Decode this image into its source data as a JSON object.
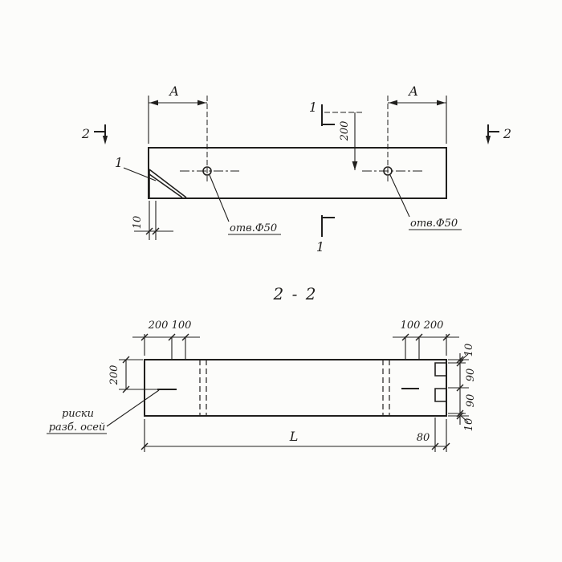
{
  "colors": {
    "ink": "#201f1d",
    "paper": "#fcfcfa"
  },
  "top_view": {
    "dim_a_left": "A",
    "dim_a_right": "A",
    "section1_top_label": "1",
    "section1_bottom_label": "1",
    "section2_left_label": "2",
    "section2_right_label": "2",
    "dim_200_vertical": "200",
    "hole_left_label": "отв.Ф50",
    "hole_right_label": "отв.Ф50",
    "dim_10": "10",
    "detail_label": "1"
  },
  "section_title": "2 - 2",
  "section_view": {
    "dim_left_200": "200",
    "dim_top_left_200": "200",
    "dim_top_left_100": "100",
    "dim_top_right_100": "100",
    "dim_top_right_200": "200",
    "dim_right_10_top": "10",
    "dim_right_90_upper": "90",
    "dim_right_90_lower": "90",
    "dim_right_10_bottom": "10",
    "dim_80": "80",
    "dim_length": "L",
    "axis_label_line1": "риски",
    "axis_label_line2": "разб. осей"
  }
}
